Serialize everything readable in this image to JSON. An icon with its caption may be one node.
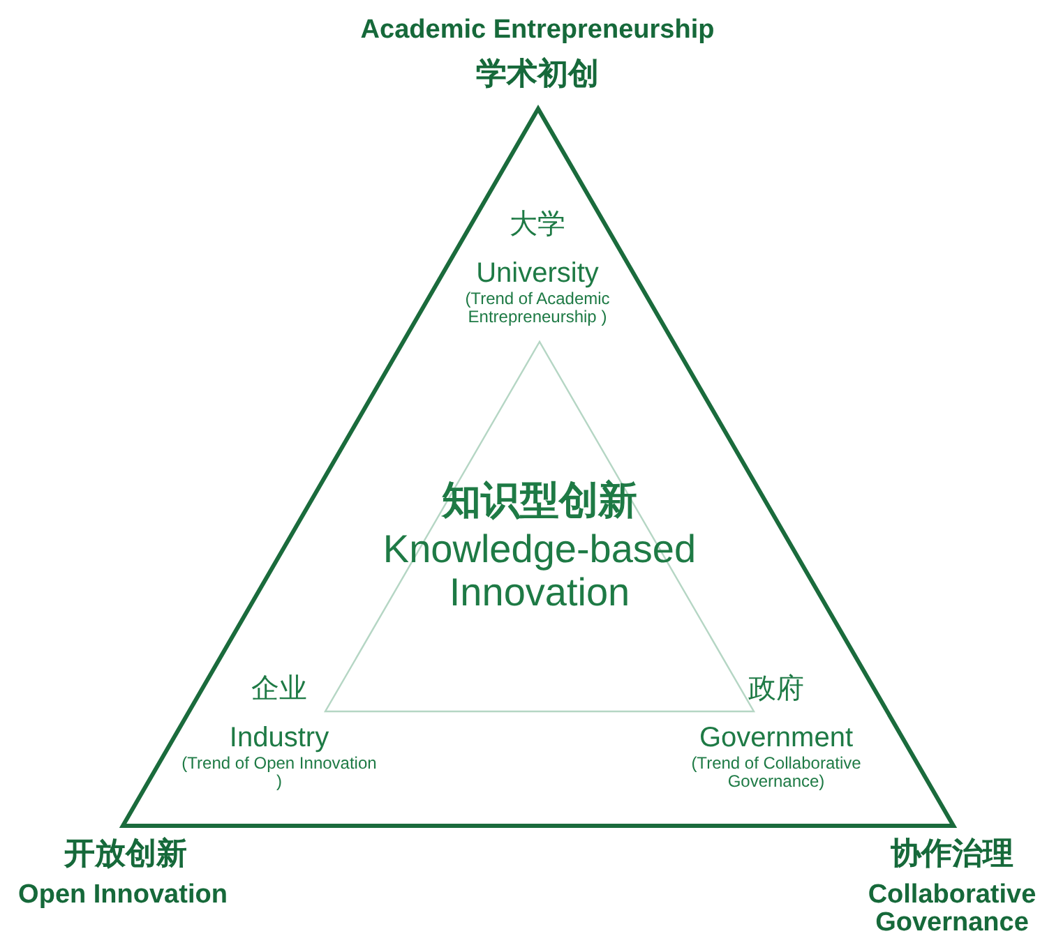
{
  "diagram": {
    "nodes": [
      {
        "text": [],
        "shape": "triangle"
      },
      {
        "text": [
          "大学",
          "University",
          "(Trend of Academic Entrepreneurship )"
        ],
        "in": 0
      },
      {
        "text": [
          "知识型创新",
          "Knowledge-based Innovation"
        ],
        "in": 0
      },
      {
        "text": [
          "企业",
          "Industry",
          "(Trend of Open Innovation )"
        ],
        "in": 0
      },
      {
        "text": [
          "政府",
          "Government",
          "(Trend of Collaborative Governance)"
        ],
        "in": 0
      }
    ],
    "edges": [],
    "labels": [
      "Academic Entrepreneurship",
      "学术初创",
      "开放创新",
      "Open Innovation",
      "协作治理",
      "Collaborative Governance"
    ]
  }
}
